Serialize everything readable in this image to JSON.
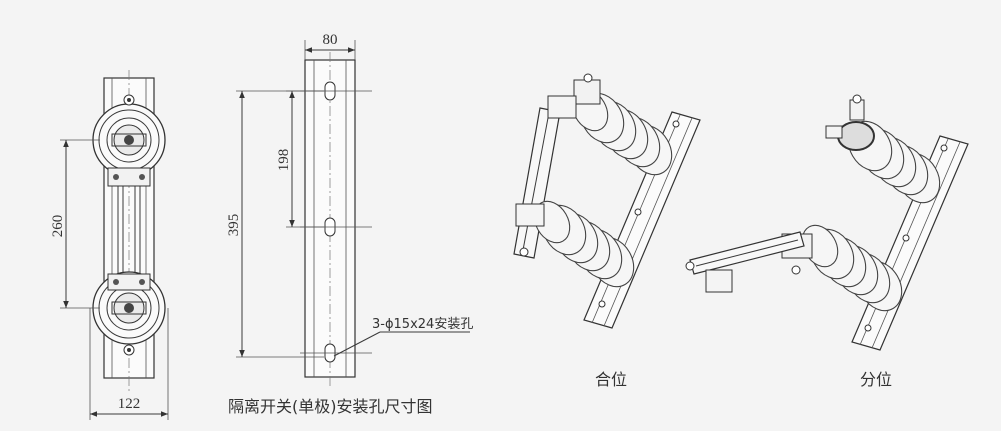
{
  "dimensions": {
    "width_80": "80",
    "height_198": "198",
    "height_260": "260",
    "height_395": "395",
    "width_122": "122"
  },
  "annotations": {
    "mounting_hole_note": "3-ϕ15x24安装孔"
  },
  "captions": {
    "drawing_title": "隔离开关(单极)安装孔尺寸图",
    "closed_position": "合位",
    "open_position": "分位"
  }
}
